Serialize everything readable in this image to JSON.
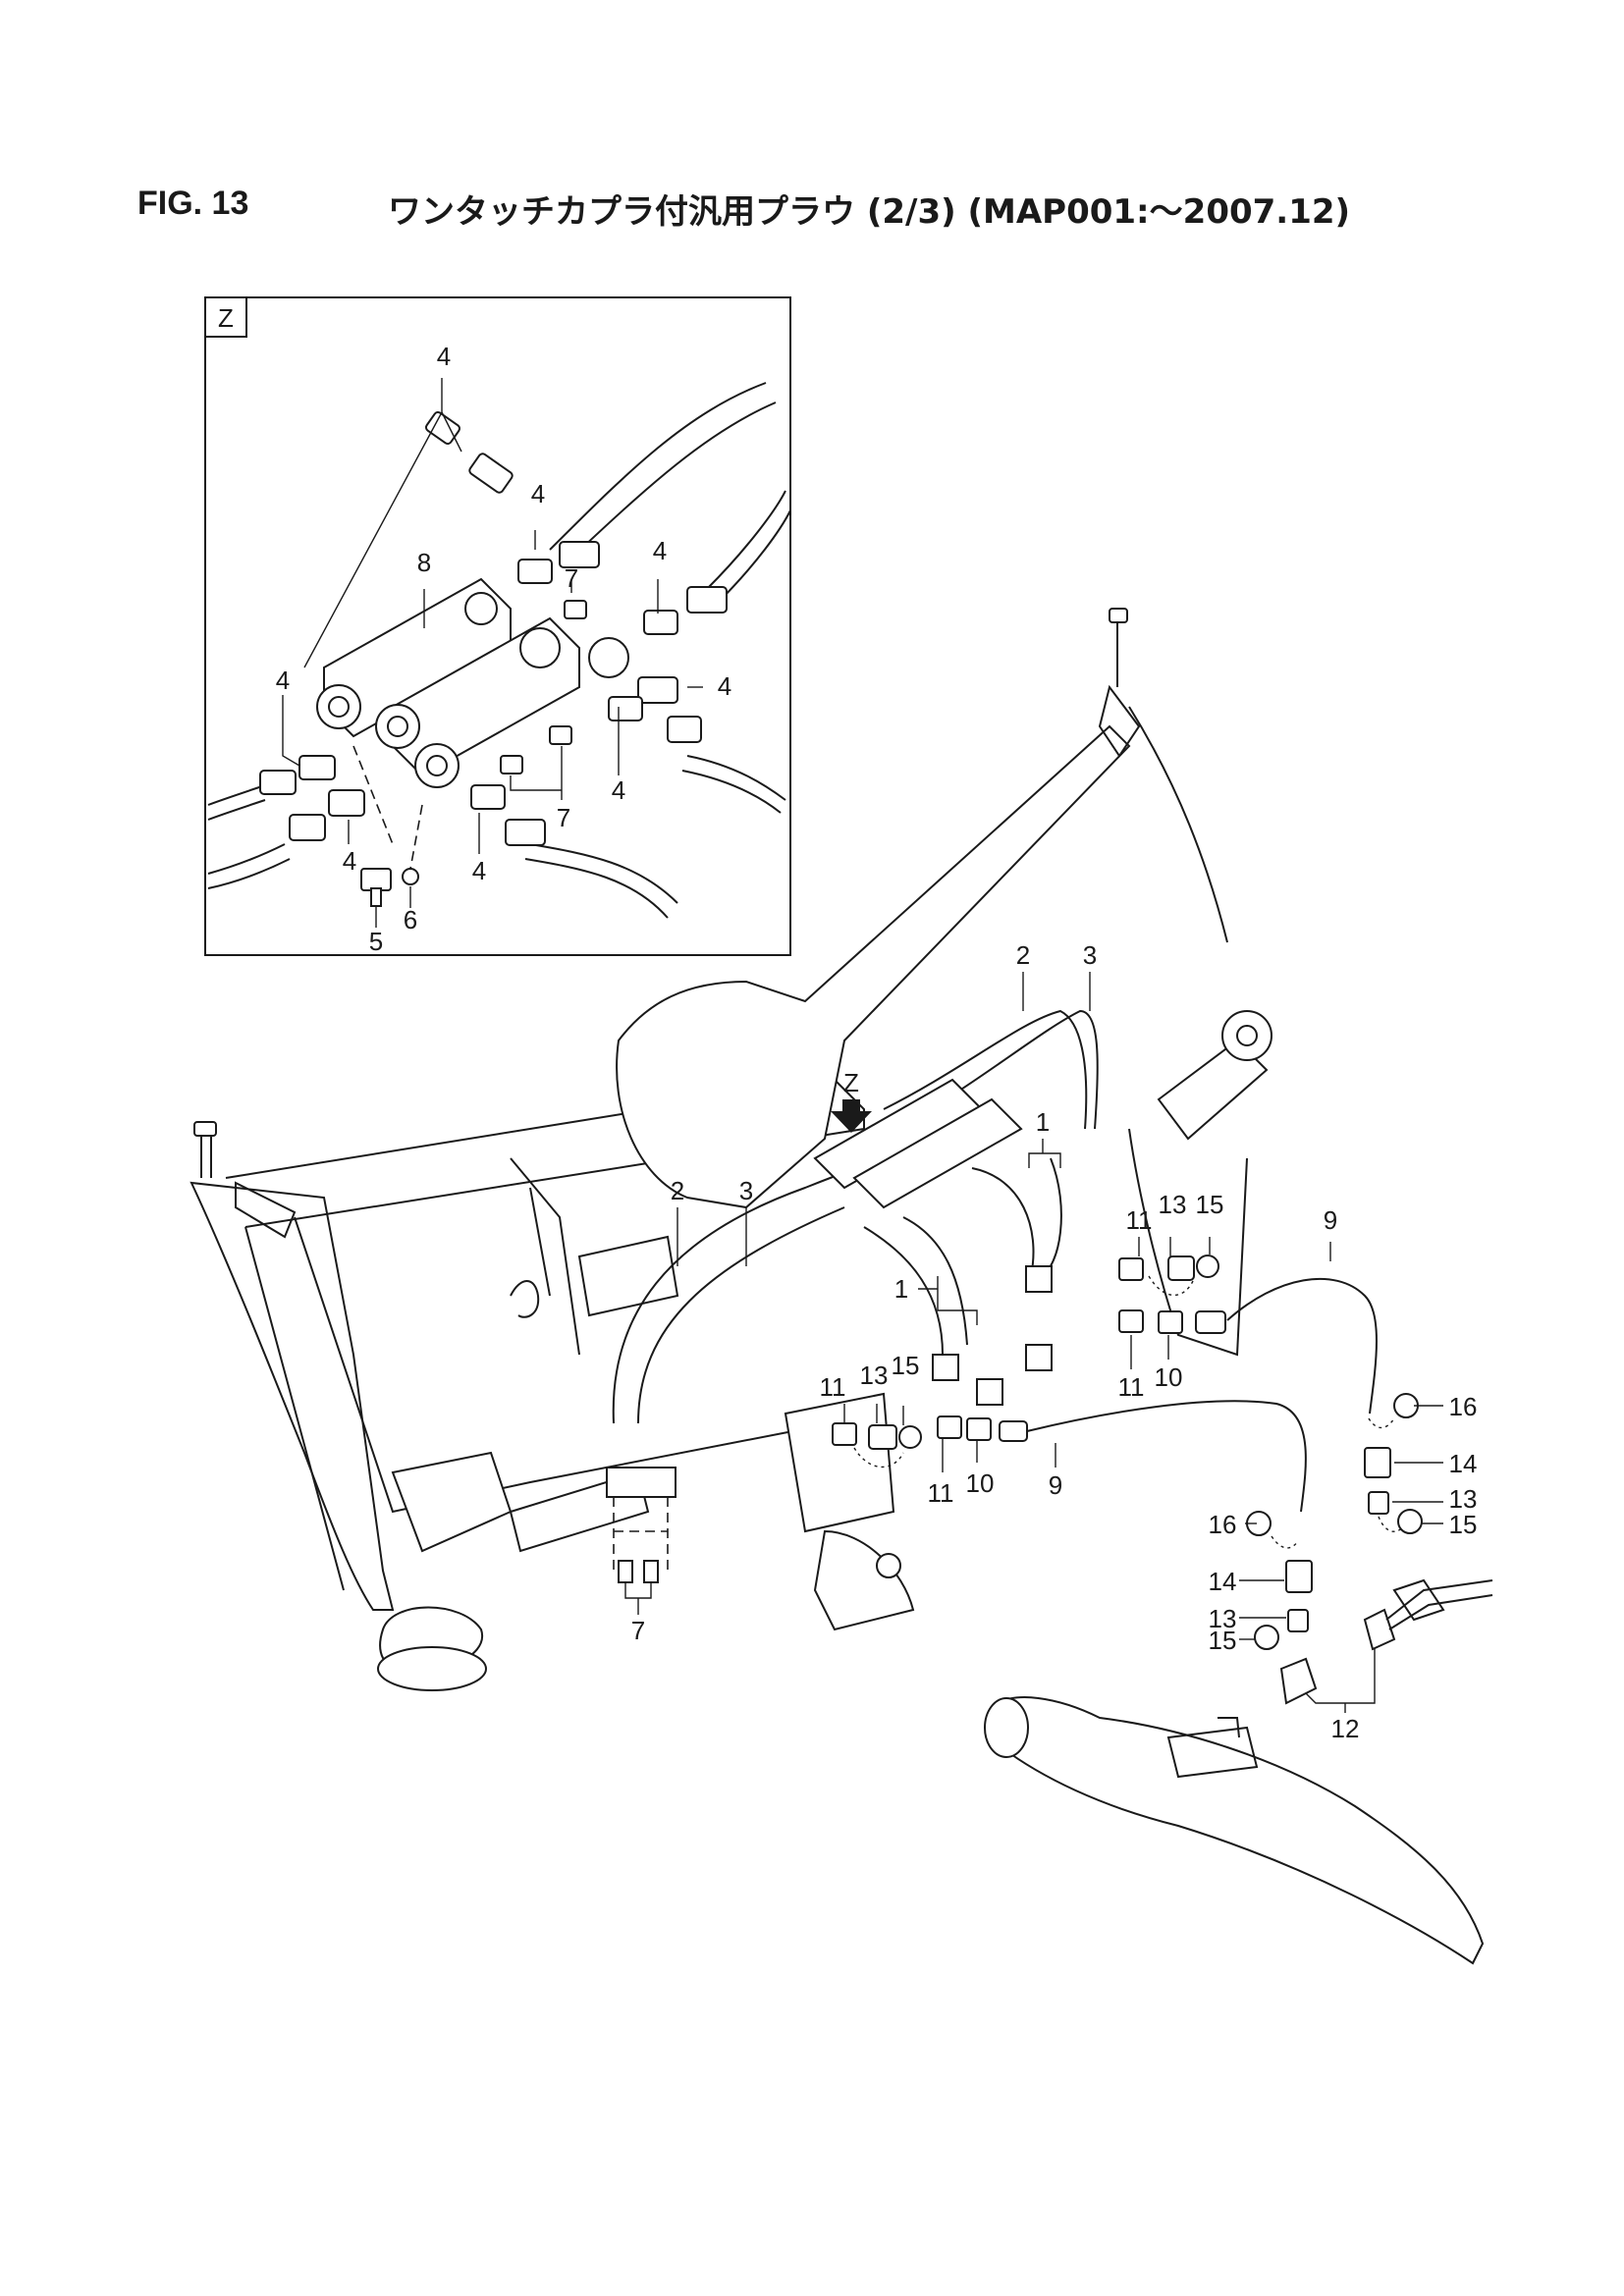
{
  "figure": {
    "number": "FIG. 13",
    "title": "ワンタッチカプラ付汎用プラウ (2/3) (MAP001:〜2007.12)"
  },
  "detail_view": {
    "label": "Z",
    "callouts": [
      "4",
      "4",
      "8",
      "4",
      "4",
      "4",
      "7",
      "4",
      "7",
      "4",
      "4",
      "5",
      "6"
    ]
  },
  "view_marker": "Z",
  "main_callouts": [
    "2",
    "3",
    "1",
    "2",
    "3",
    "1",
    "11",
    "13",
    "15",
    "9",
    "11",
    "10",
    "16",
    "14",
    "13",
    "15",
    "11",
    "13",
    "15",
    "11",
    "10",
    "9",
    "16",
    "14",
    "13",
    "15",
    "12",
    "7"
  ]
}
